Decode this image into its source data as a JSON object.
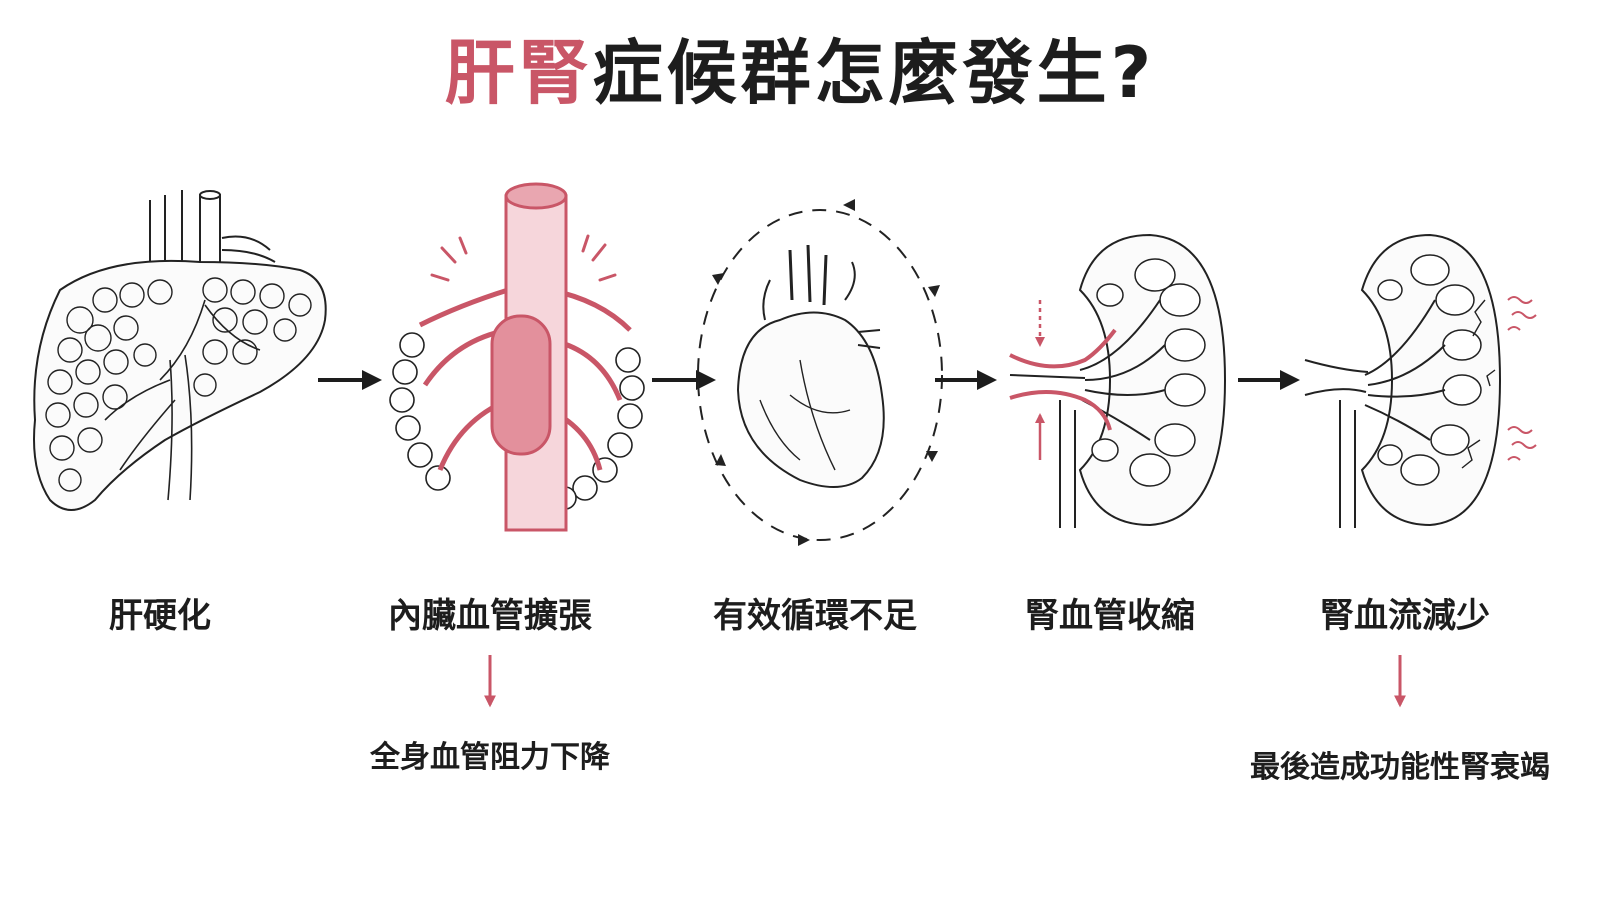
{
  "title": {
    "accent": "肝腎",
    "rest": "症候群怎麼發生?"
  },
  "steps": [
    {
      "label": "肝硬化",
      "icon": "cirrhotic-liver-icon"
    },
    {
      "label": "內臟血管擴張",
      "icon": "dilated-splanchnic-vessel-icon",
      "sub": "全身血管阻力下降"
    },
    {
      "label": "有效循環不足",
      "icon": "heart-circulation-icon"
    },
    {
      "label": "腎血管收縮",
      "icon": "kidney-vasoconstriction-icon"
    },
    {
      "label": "腎血流減少",
      "icon": "damaged-kidney-icon",
      "sub": "最後造成功能性腎衰竭"
    }
  ],
  "colors": {
    "accent": "#c95667",
    "accent_light": "#f2c9cf",
    "ink": "#1d1d1d"
  }
}
